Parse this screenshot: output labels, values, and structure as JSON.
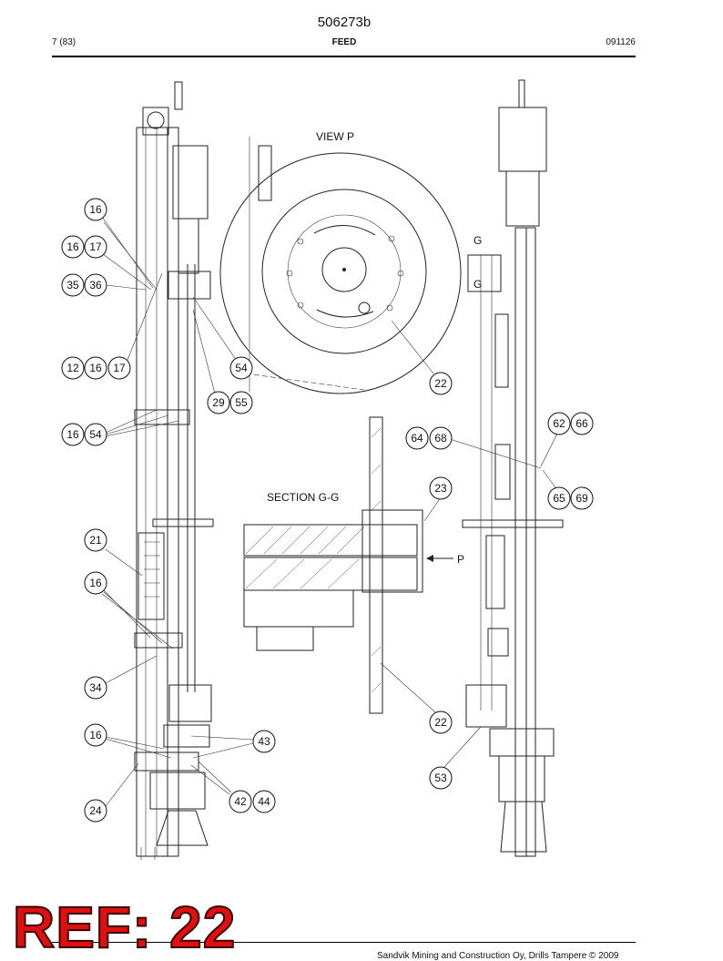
{
  "header": {
    "doc_number": "506273b",
    "page": "7 (83)",
    "section": "FEED",
    "date_code": "091126"
  },
  "labels": {
    "view_p": "VIEW P",
    "section_gg": "SECTION G-G",
    "g_top": "G",
    "g_bottom": "G",
    "arrow_p": "P"
  },
  "bubbles": {
    "b16a": "16",
    "b16b": "16",
    "b17a": "17",
    "b35": "35",
    "b36": "36",
    "b12": "12",
    "b16c": "16",
    "b17b": "17",
    "b54a": "54",
    "b29": "29",
    "b55": "55",
    "b16d": "16",
    "b54b": "54",
    "b21": "21",
    "b16e": "16",
    "b34": "34",
    "b16f": "16",
    "b43": "43",
    "b24": "24",
    "b42": "42",
    "b44": "44",
    "b22a": "22",
    "b64": "64",
    "b68": "68",
    "b62": "62",
    "b66": "66",
    "b23": "23",
    "b65": "65",
    "b69": "69",
    "b22b": "22",
    "b53": "53"
  },
  "stamp": "REF: 22",
  "footer": "Sandvik Mining and Construction Oy, Drills Tampere © 2009"
}
